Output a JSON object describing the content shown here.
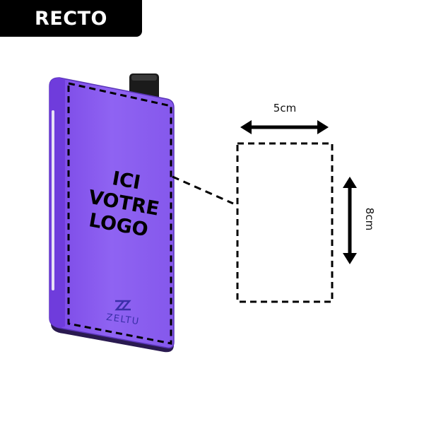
{
  "badge": {
    "label": "RECTO"
  },
  "device": {
    "logo_placeholder_lines": [
      "ICI",
      "VOTRE",
      "LOGO"
    ],
    "brand_name": "ZELTU",
    "body_color": "#8a5cf0",
    "edge_color": "#6b3fd8",
    "dark_color": "#2a1a50"
  },
  "print_area": {
    "width_label": "5cm",
    "height_label": "8cm"
  }
}
